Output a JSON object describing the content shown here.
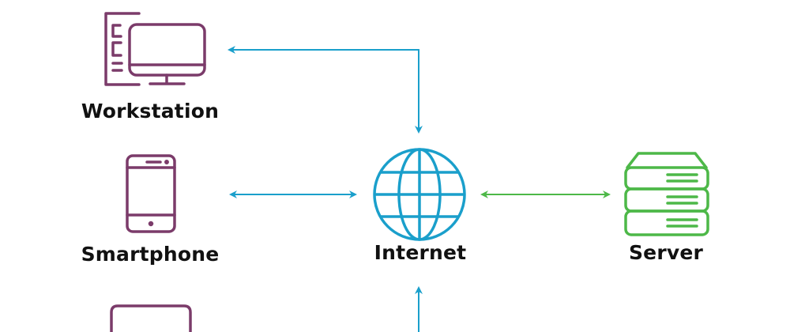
{
  "nodes": {
    "workstation": {
      "label": "Workstation",
      "icon": "desktop-computer-icon"
    },
    "smartphone": {
      "label": "Smartphone",
      "icon": "smartphone-icon"
    },
    "internet": {
      "label": "Internet",
      "icon": "globe-icon"
    },
    "server": {
      "label": "Server",
      "icon": "server-icon"
    },
    "laptop": {
      "icon": "laptop-icon"
    }
  },
  "colors": {
    "device": "#7b3b6a",
    "network": "#1a9fcb",
    "server": "#4db848",
    "text": "#111111"
  }
}
